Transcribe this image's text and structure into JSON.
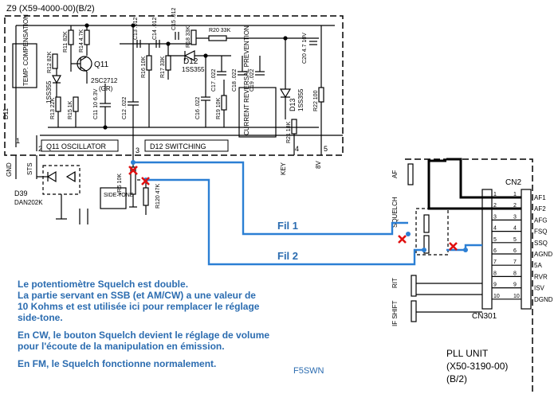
{
  "board": {
    "title": "Z9 (X59-4000-00)(B/2)",
    "temp_comp": "TEMP. COMPENSATION",
    "d11_ref": "D11",
    "q11_ref": "Q11",
    "q11_part": "2SC2712",
    "q11_rank": "(GR)",
    "d12_ref": "D12",
    "d12_part": "1SS355",
    "d13_ref": "D13",
    "d13_part": "1SS355",
    "d11_part": "1SS355",
    "oscillator_label": "Q11 OSCILLATOR",
    "switching_label": "D12 SWITCHING",
    "current_reversal": "CURRENT REVERSAL PREVENTION",
    "pin1": "1",
    "pin2": "2",
    "pin3": "3",
    "pin4": "4",
    "pin5": "5",
    "gnd": "GND",
    "sts": "STS",
    "key": "KEY",
    "bv": "8V"
  },
  "components": {
    "r11": "R11 82K",
    "r12": "R12 82K",
    "r13": "R13 22K",
    "r14": "R14 4.7K",
    "r15": "R15 1K",
    "r16": "R16 10K",
    "r17": "R17 33K",
    "r18": "R18 33K",
    "r19": "R19 10K",
    "r20": "R20 33K",
    "r21": "R21 18K",
    "r22": "R22 100",
    "c11": "C11 10 6.3V",
    "c12": "C12 .022",
    "c13": "C13 .012",
    "c14": "C14 .012",
    "c15": "C15 .012",
    "c16": "C16 .022",
    "c17": "C17 .022",
    "c18": "C18 .022",
    "c19": "C19 .022",
    "c20": "C20 4.7 10V"
  },
  "external": {
    "d39_ref": "D39",
    "d39_part": "DAN202K",
    "vr5": "VR5 10K",
    "r120": "R120 47K",
    "side_tone": "SIDE TONE"
  },
  "connector": {
    "cn2": "CN2",
    "cn301": "CN301",
    "af_label": "AF",
    "squelch_label": "SQUELCH",
    "rit_label": "RIT",
    "ifshift_label": "IF SHIFT",
    "pins": [
      {
        "num": "1",
        "signal": "AF1"
      },
      {
        "num": "2",
        "signal": "AF2"
      },
      {
        "num": "3",
        "signal": "AFG"
      },
      {
        "num": "4",
        "signal": "FSQ"
      },
      {
        "num": "5",
        "signal": "SSQ"
      },
      {
        "num": "6",
        "signal": "AGND"
      },
      {
        "num": "7",
        "signal": "5A"
      },
      {
        "num": "8",
        "signal": "RVR"
      },
      {
        "num": "9",
        "signal": "ISV"
      },
      {
        "num": "10",
        "signal": "DGND"
      }
    ],
    "pll_line1": "PLL UNIT",
    "pll_line2": "(X50-3190-00)",
    "pll_line3": "(B/2)"
  },
  "wires": {
    "fil1": "Fil 1",
    "fil2": "Fil 2",
    "wire_color": "#2b7fd4",
    "cut_color": "#e01010"
  },
  "notes": {
    "p1": "Le potentiomètre Squelch est double.\nLa partie servant en SSB (et AM/CW) a une valeur de\n10 Kohms et est utilisée ici pour remplacer le réglage\nside-tone.",
    "p2": "En CW, le bouton Squelch devient le réglage de volume\npour l'écoute de la manipulation en émission.",
    "p3": "En FM, le Squelch fonctionne normalement.",
    "signature": "F5SWN",
    "color": "#2b6cb0"
  }
}
